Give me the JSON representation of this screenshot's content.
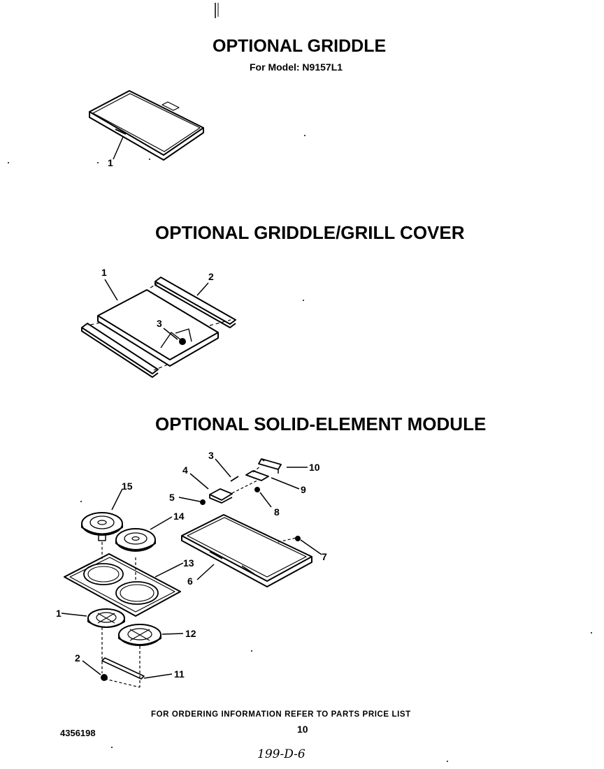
{
  "sections": [
    {
      "title": "OPTIONAL GRIDDLE",
      "subtitle": "For Model: N9157L1",
      "callouts": [
        "1"
      ]
    },
    {
      "title": "OPTIONAL GRIDDLE/GRILL COVER",
      "callouts": [
        "1",
        "2",
        "3"
      ]
    },
    {
      "title": "OPTIONAL SOLID-ELEMENT MODULE",
      "callouts": [
        "3",
        "10",
        "4",
        "9",
        "5",
        "8",
        "15",
        "14",
        "7",
        "13",
        "6",
        "1",
        "12",
        "2",
        "11"
      ]
    }
  ],
  "footer": {
    "ordering_note": "FOR ORDERING INFORMATION REFER TO PARTS PRICE LIST",
    "page_number": "10",
    "doc_number": "4356198",
    "handwritten": "199-D-6"
  }
}
